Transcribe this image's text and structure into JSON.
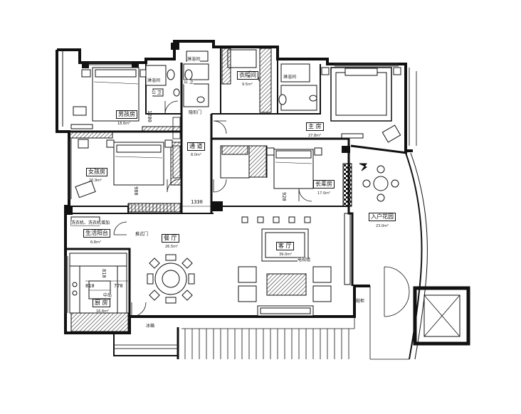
{
  "rooms": {
    "boys_room": {
      "name": "男孩房",
      "area": "18.6m²"
    },
    "girls_room": {
      "name": "女孩房",
      "area": "20.9m²"
    },
    "corridor": {
      "name": "通 道",
      "area": "8.0m²"
    },
    "closet": {
      "name": "衣帽间",
      "area": "9.5m²"
    },
    "master": {
      "name": "主 房",
      "area": "27.8m²"
    },
    "elder_room": {
      "name": "长辈房",
      "area": "17.0m²"
    },
    "balcony": {
      "name": "生活阳台",
      "area": "6.8m²"
    },
    "dining": {
      "name": "餐 厅",
      "area": "26.5m²"
    },
    "living": {
      "name": "客 厅",
      "area": "39.0m²"
    },
    "kitchen": {
      "name": "厨 房",
      "area": "16.6m²"
    },
    "garden": {
      "name": "入户花园",
      "area": "23.0m²"
    }
  },
  "small_labels": {
    "bath_room_1": "淋浴间",
    "bath_room_2": "淋浴间",
    "bath_room_3": "淋浴间",
    "wc_1": "公 卫",
    "wc_2": "公 卫",
    "hidden_door": "隐形门",
    "sliding_door": "推式门",
    "washer": "洗衣机、洗衣机增加",
    "freezer": "冰箱",
    "shoe_cabinet": "鞋柜",
    "side_table": "中岛",
    "tv_wall": "电视墙"
  },
  "dimensions": {
    "d1200": "1200",
    "d980": "980",
    "d1330": "1330",
    "d920": "920",
    "d810a": "810",
    "d810b": "810",
    "d770": "770"
  },
  "colors": {
    "wall": "#111111",
    "line": "#333333",
    "glass": "#555555"
  }
}
